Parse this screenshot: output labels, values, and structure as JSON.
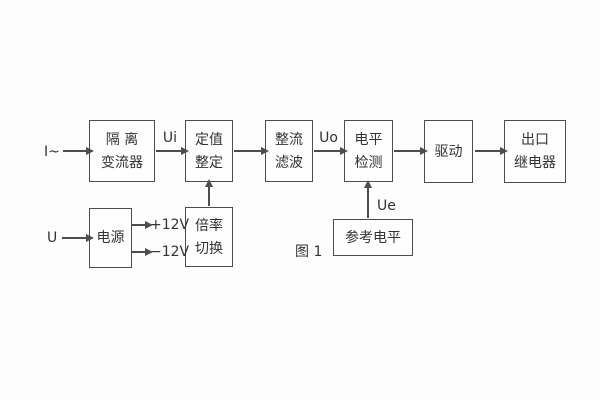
{
  "figure": {
    "caption": "图 1",
    "colors": {
      "background": "#fdfdfd",
      "line": "#4d4d4d",
      "text": "#333333"
    }
  },
  "io_labels": {
    "current_input": "I~",
    "voltage_input": "U"
  },
  "signal_labels": {
    "ui": "Ui",
    "uo": "Uo",
    "ue": "Ue",
    "plus_12v": "+12V",
    "minus_12v": "−12V"
  },
  "blocks": {
    "isolation_transformer": {
      "line1": "隔 离",
      "line2": "变流器"
    },
    "setting_adjustment": {
      "line1": "定值",
      "line2": "整定"
    },
    "rectifier_filter": {
      "line1": "整流",
      "line2": "滤波"
    },
    "level_detection": {
      "line1": "电平",
      "line2": "检测"
    },
    "driver": {
      "line1": "驱动"
    },
    "output_relay": {
      "line1": "出口",
      "line2": "继电器"
    },
    "power_supply": {
      "line1": "电源"
    },
    "ratio_switch": {
      "line1": "倍率",
      "line2": "切换"
    },
    "reference_level": {
      "line1": "参考电平"
    }
  }
}
